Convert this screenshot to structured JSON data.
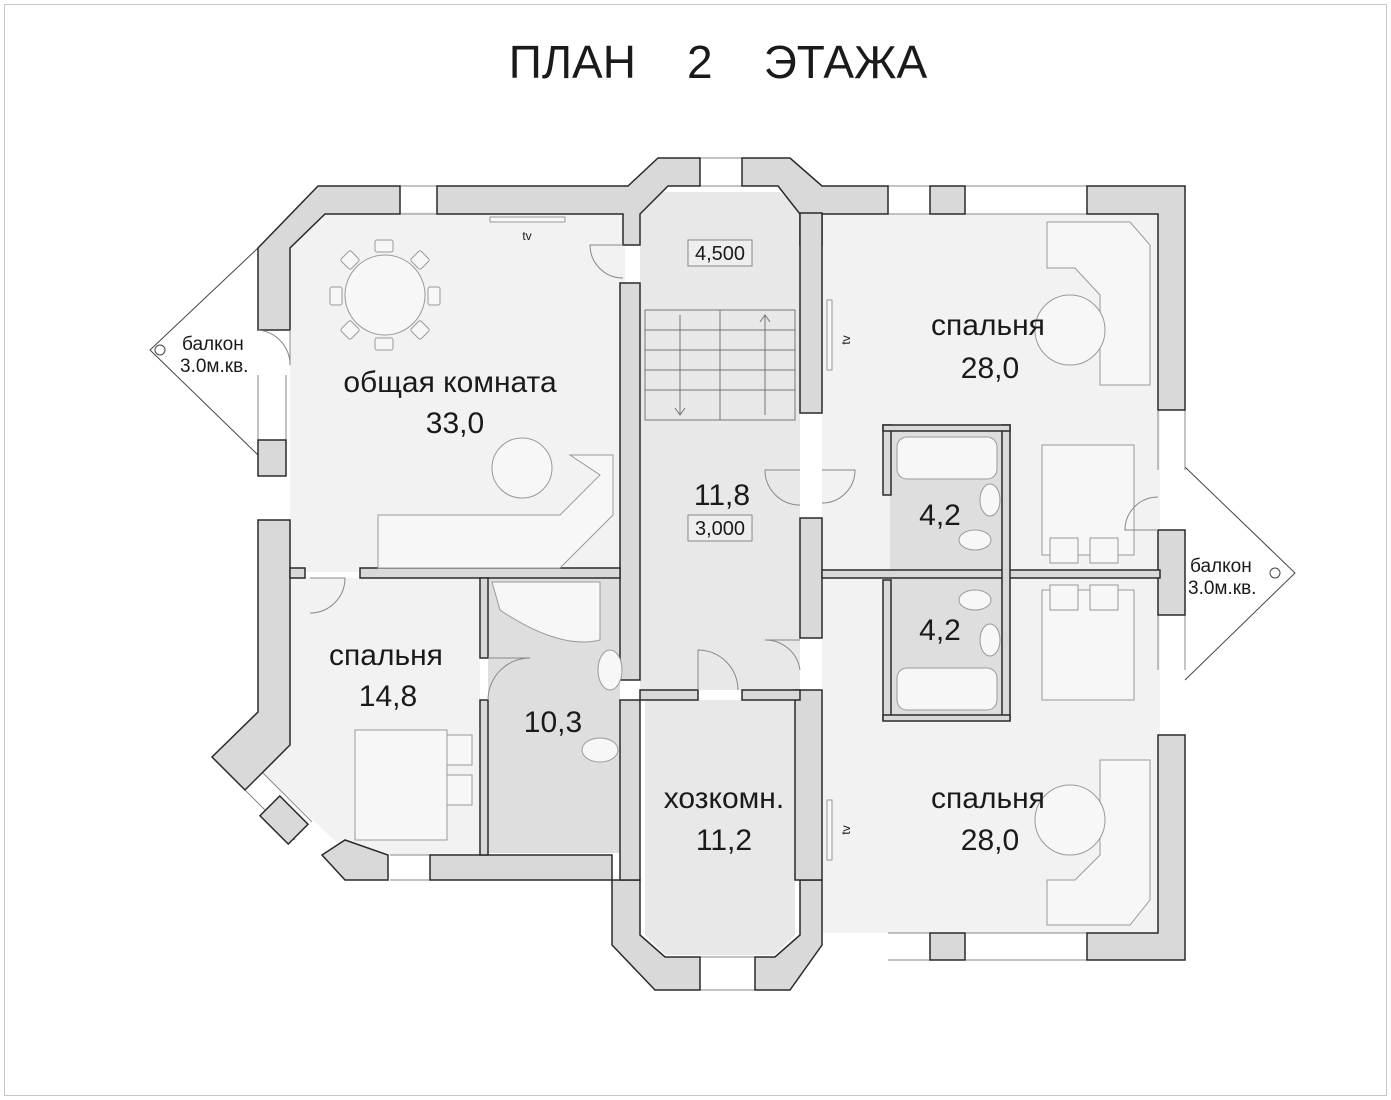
{
  "title": "ПЛАН    2    ЭТАЖА",
  "rooms": {
    "living": {
      "name": "общая комната",
      "area": "33,0"
    },
    "hall": {
      "area": "11,8",
      "level_mid": "3,000",
      "level_top": "4,500"
    },
    "bed_left": {
      "name": "спальня",
      "area": "14,8"
    },
    "bath_left": {
      "area": "10,3"
    },
    "utility": {
      "name": "хозкомн.",
      "area": "11,2"
    },
    "bed_right_top": {
      "name": "спальня",
      "area": "28,0"
    },
    "bed_right_bottom": {
      "name": "спальня",
      "area": "28,0"
    },
    "bath_right_top": {
      "area": "4,2"
    },
    "bath_right_bottom": {
      "area": "4,2"
    }
  },
  "balconies": {
    "left": {
      "name": "балкон",
      "area": "3.0м.кв."
    },
    "right": {
      "name": "балкон",
      "area": "3.0м.кв."
    }
  },
  "tv_labels": [
    "tv",
    "tv",
    "tv"
  ],
  "colors": {
    "wall": "#d9d9d9",
    "wall_stroke": "#2a2a2a",
    "floor": "#f2f2f2",
    "wet_floor": "#dedede",
    "text": "#1a1a1a"
  }
}
